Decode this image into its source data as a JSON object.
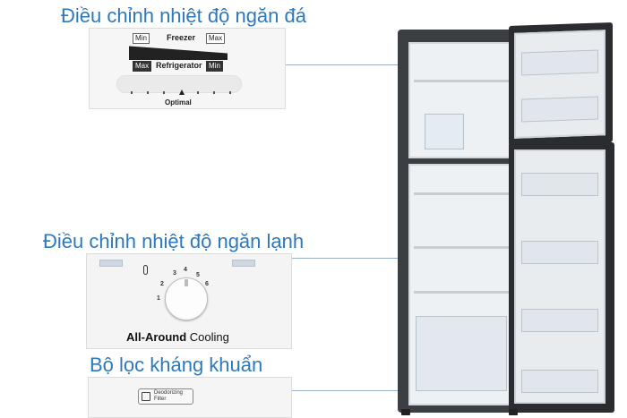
{
  "headings": {
    "freezer_control": "Điều chỉnh nhiệt độ ngăn đá",
    "fridge_control": "Điều chỉnh nhiệt độ ngăn lạnh",
    "filter": "Bộ lọc kháng khuẩn"
  },
  "freezer_panel": {
    "min_left": "Min",
    "freezer": "Freezer",
    "max_right": "Max",
    "max_left": "Max",
    "refrigerator": "Refrigerator",
    "min_right": "Min",
    "optimal": "Optimal"
  },
  "fridge_panel": {
    "dial_numbers": [
      "1",
      "2",
      "3",
      "4",
      "5",
      "6"
    ],
    "cooling_bold": "All-Around",
    "cooling_rest": " Cooling"
  },
  "filter_panel": {
    "line1": "Deodorizing",
    "line2": "Filter"
  },
  "colors": {
    "heading": "#2e78bd",
    "fridge_body": "#3b3f44",
    "door": "#2a2c30"
  }
}
